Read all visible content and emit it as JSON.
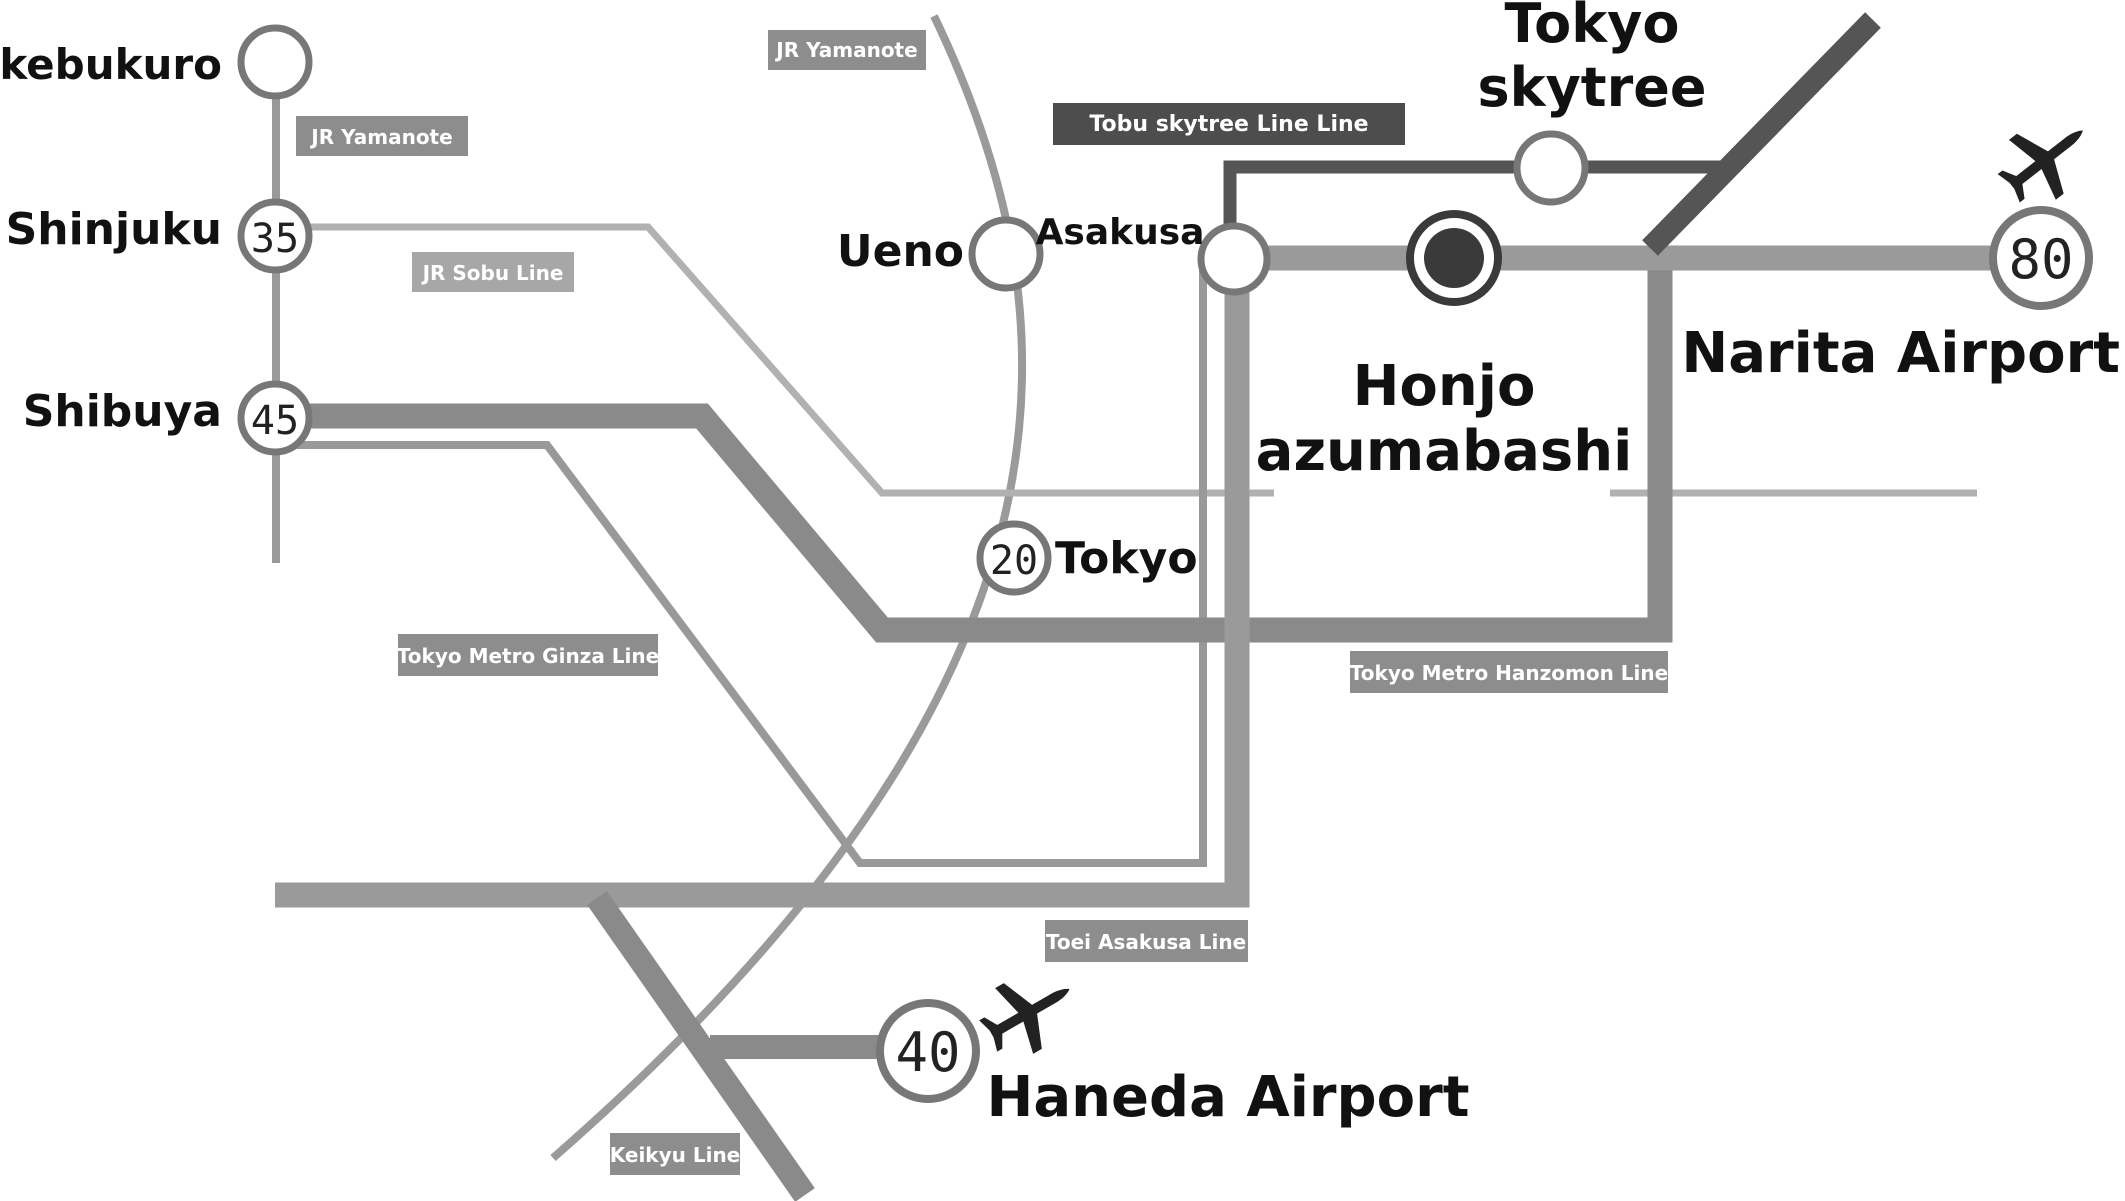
{
  "colors": {
    "background": "#ffffff",
    "line_light": "#9a9a9a",
    "line_lighter": "#b1b1b1",
    "line_mid": "#8a8a8a",
    "line_dark": "#555555",
    "tag_bg_mid": "#8d8d8d",
    "tag_bg_light": "#a7a7a7",
    "tag_bg_dark": "#4d4d4d",
    "station_stroke": "#777777",
    "hub_fill": "#3a3a3a",
    "text": "#111111"
  },
  "stations": {
    "ikebukuro": "Ikebukuro",
    "shinjuku": "Shinjuku",
    "shibuya": "Shibuya",
    "ueno": "Ueno",
    "asakusa": "Asakusa",
    "tokyo": "Tokyo",
    "skytree_line1": "Tokyo",
    "skytree_line2": "skytree",
    "honjo_line1": "Honjo",
    "honjo_line2": "azumabashi",
    "narita": "Narita Airport",
    "haneda": "Haneda Airport"
  },
  "travel_minutes": {
    "shinjuku": "35",
    "shibuya": "45",
    "tokyo": "20",
    "narita": "80",
    "haneda": "40"
  },
  "line_tags": {
    "jr_yamanote_left": "JR Yamanote",
    "jr_yamanote_top": "JR Yamanote",
    "jr_sobu": "JR Sobu Line",
    "tobu_skytree": "Tobu skytree Line Line",
    "ginza": "Tokyo Metro Ginza Line",
    "hanzomon": "Tokyo Metro Hanzomon Line",
    "toei_asakusa": "Toei Asakusa Line",
    "keikyu": "Keikyu Line"
  },
  "icons": {
    "airport_narita": "airplane-icon",
    "airport_haneda": "airplane-icon",
    "hub_marker": "target-station-icon"
  }
}
